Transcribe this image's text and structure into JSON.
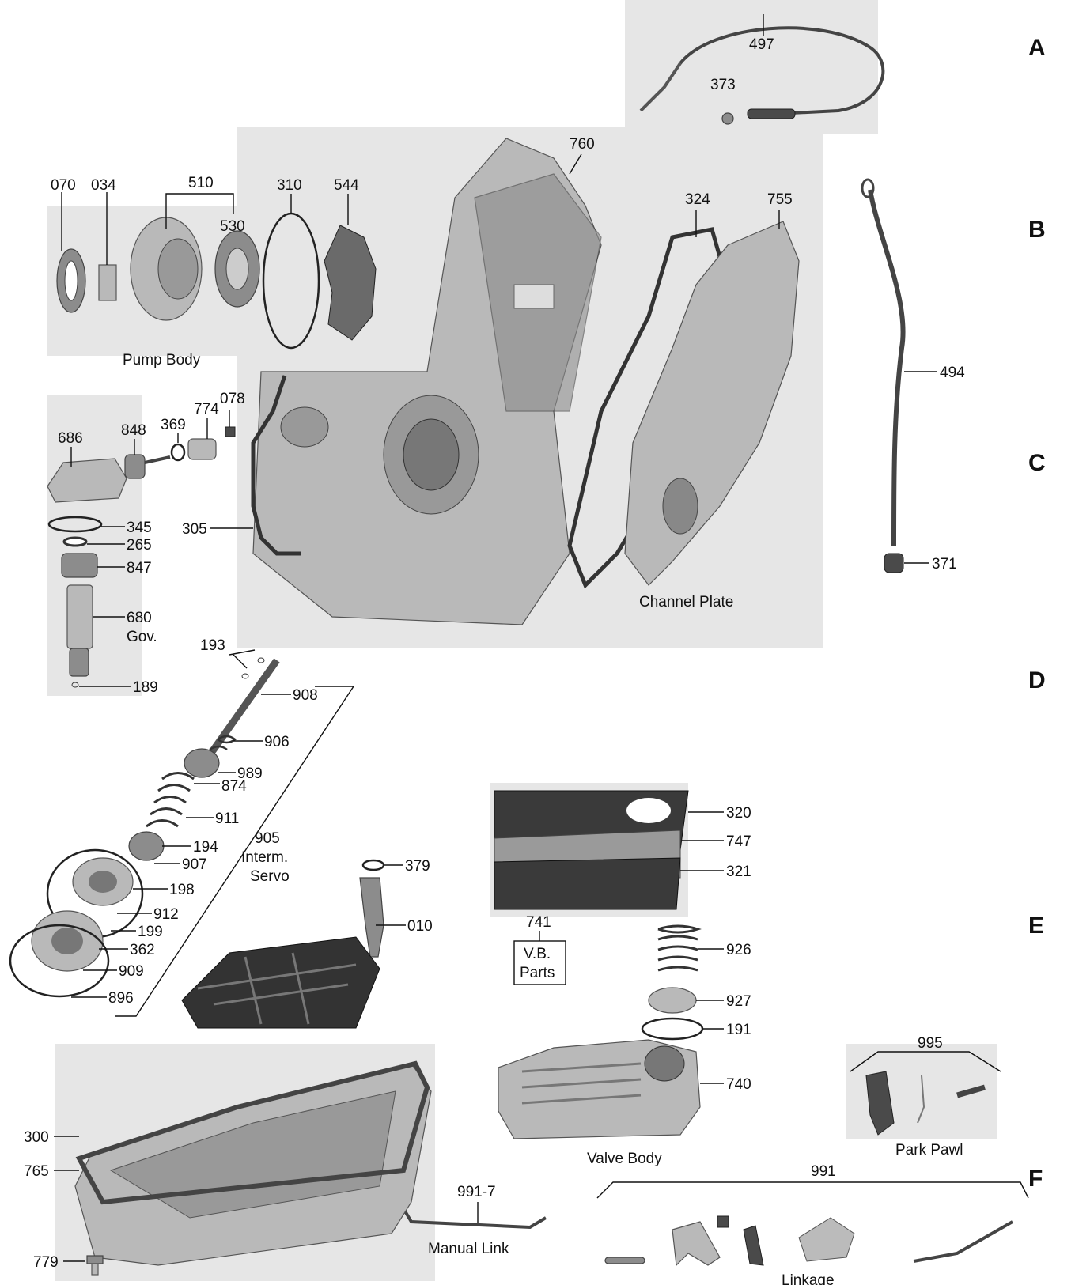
{
  "row_labels": [
    "A",
    "B",
    "C",
    "D",
    "E",
    "F"
  ],
  "parts": {
    "p497": "497",
    "p373": "373",
    "p760": "760",
    "p070": "070",
    "p034": "034",
    "p510": "510",
    "p530": "530",
    "p310": "310",
    "p544": "544",
    "p324": "324",
    "p755": "755",
    "p494": "494",
    "p371": "371",
    "p078": "078",
    "p774": "774",
    "p369": "369",
    "p848": "848",
    "p686": "686",
    "p345": "345",
    "p265": "265",
    "p847": "847",
    "p680": "680",
    "p189": "189",
    "p305": "305",
    "p193": "193",
    "p908": "908",
    "p906": "906",
    "p989": "989",
    "p874": "874",
    "p911": "911",
    "p194": "194",
    "p907": "907",
    "p198": "198",
    "p912": "912",
    "p199": "199",
    "p362": "362",
    "p909": "909",
    "p896": "896",
    "p905": "905",
    "p379": "379",
    "p010": "010",
    "p320": "320",
    "p747": "747",
    "p321": "321",
    "p741": "741",
    "p926": "926",
    "p927": "927",
    "p191": "191",
    "p740": "740",
    "p995": "995",
    "p991": "991",
    "p991_7": "991-7",
    "p300": "300",
    "p765": "765",
    "p779": "779"
  },
  "captions": {
    "pump_body": "Pump Body",
    "channel_plate": "Channel Plate",
    "gov_abbrev": "Gov.",
    "interm": "Interm.",
    "servo": "Servo",
    "vb": "V.B.",
    "parts": "Parts",
    "valve_body": "Valve Body",
    "park_pawl": "Park Pawl",
    "manual_link": "Manual Link",
    "linkage": "Linkage"
  }
}
